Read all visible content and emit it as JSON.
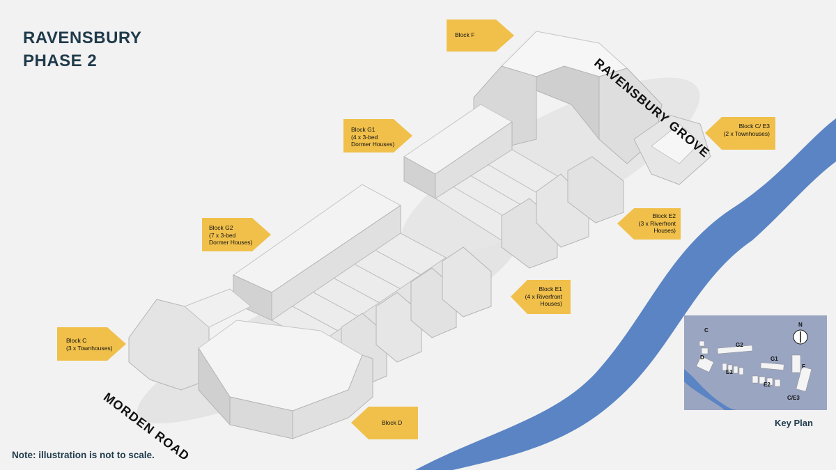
{
  "title": {
    "line1": "RAVENSBURY",
    "line2": "PHASE 2"
  },
  "roads": {
    "ravensbury_grove": "RAVENSBURY GROVE",
    "morden_road": "MORDEN ROAD"
  },
  "note": "Note: illustration is not to scale.",
  "labels": {
    "block_f": [
      "Block F"
    ],
    "block_g1": [
      "Block G1",
      "(4 x 3-bed",
      "Dormer Houses)"
    ],
    "block_ce3": [
      "Block C/ E3",
      "(2 x Townhouses)"
    ],
    "block_g2": [
      "Block G2",
      "(7 x 3-bed",
      "Dormer Houses)"
    ],
    "block_e2": [
      "Block E2",
      "(3 x Riverfront",
      "Houses)"
    ],
    "block_e1": [
      "Block E1",
      "(4 x Riverfront",
      "Houses)"
    ],
    "block_c": [
      "Block C",
      "(3 x Townhouses)"
    ],
    "block_d": [
      "Block D"
    ]
  },
  "key_plan": {
    "title": "Key Plan",
    "north": "N",
    "letters": {
      "c": "C",
      "g2": "G2",
      "d": "D",
      "g1": "G1",
      "f": "F",
      "e1": "E1",
      "e2": "E2",
      "ce3": "C/E3"
    }
  },
  "colors": {
    "label": "#f0c04b",
    "river": "#5b84c4",
    "title": "#1f3a4a",
    "keyplan": "#9aa5c2"
  }
}
